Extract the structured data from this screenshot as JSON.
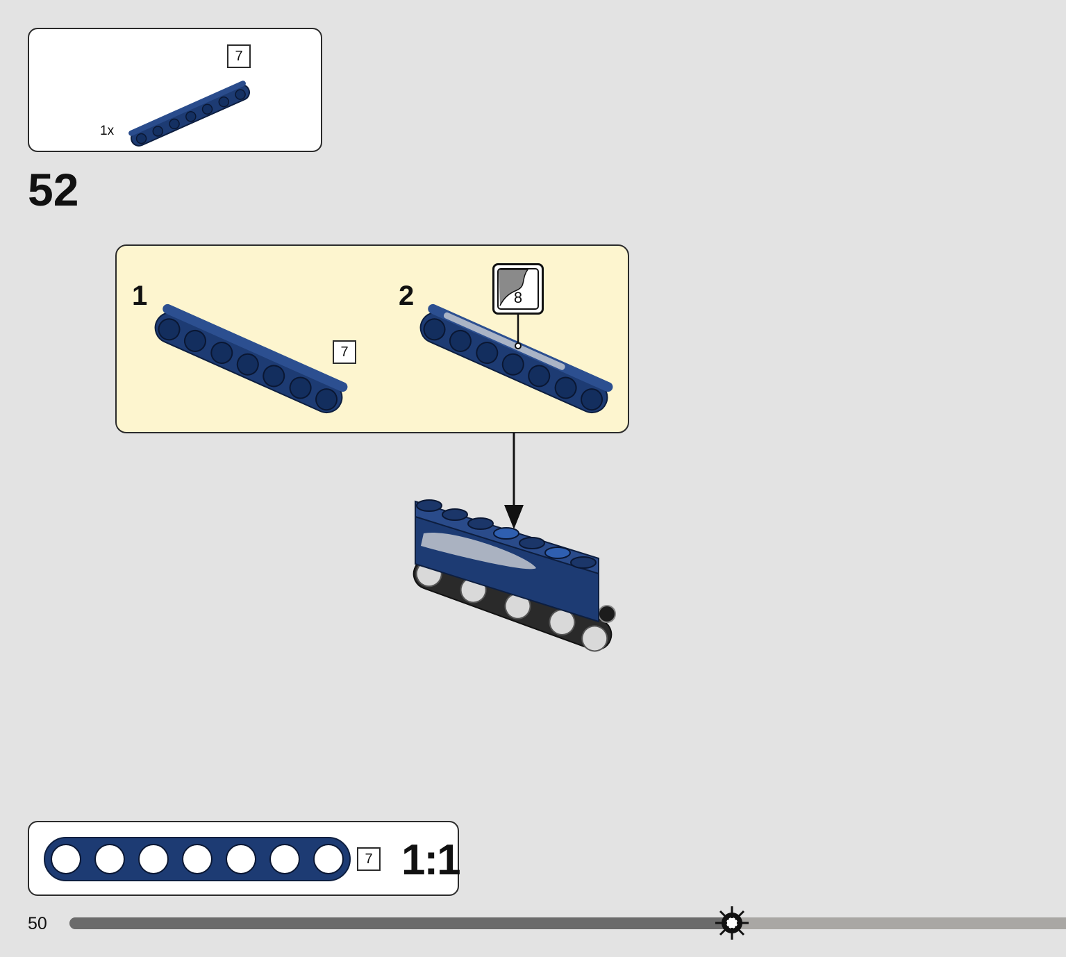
{
  "parts_list": {
    "items": [
      {
        "length_label": "7",
        "quantity": "1x",
        "icon": "dark-blue-beam-icon"
      }
    ]
  },
  "step": {
    "number": "52"
  },
  "substeps": [
    {
      "number": "1",
      "length_label": "7"
    },
    {
      "number": "2",
      "sticker_label": "8"
    }
  ],
  "scale_reference": {
    "length_label": "7",
    "ratio": "1:1"
  },
  "footer": {
    "page_number": "50",
    "progress": 0.665
  },
  "colors": {
    "background": "#e3e3e3",
    "panel": "#ffffff",
    "substep_panel": "#fdf5cf",
    "brick_dark_blue": "#1d3b73",
    "progress_done": "#6b6b6b",
    "progress_rest": "#a9a7a4"
  }
}
